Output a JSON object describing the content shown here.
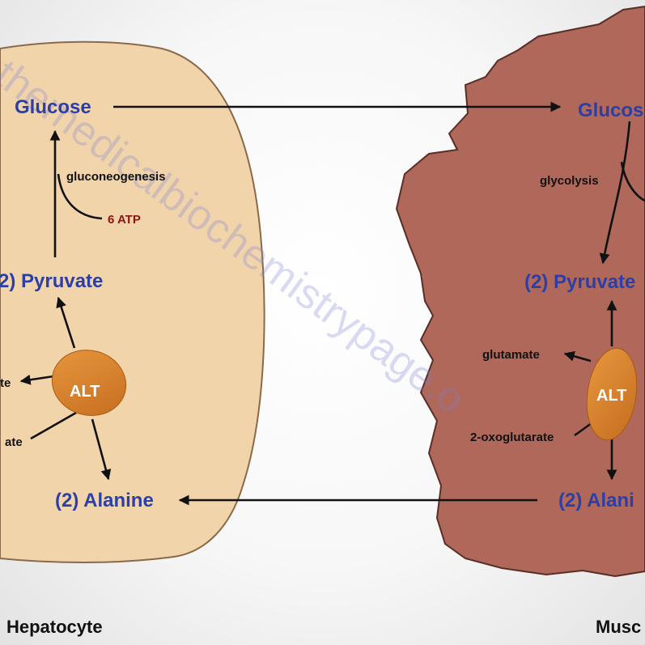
{
  "hepatocyte": {
    "cell_label": "Hepatocyte",
    "glucose": "Glucose",
    "gluconeogenesis": "gluconeogenesis",
    "atp": "6 ATP",
    "pyruvate": "(2) Pyruvate",
    "enzyme": "ALT",
    "glutamate_partial": "te",
    "oxoglutarate_partial": "ate",
    "alanine": "(2) Alanine"
  },
  "muscle": {
    "cell_label": "Musc",
    "glucose": "Glucos",
    "glycolysis": "glycolysis",
    "pyruvate": "(2) Pyruvate",
    "enzyme": "ALT",
    "glutamate": "glutamate",
    "oxoglutarate": "2-oxoglutarate",
    "alanine": "(2) Alani"
  },
  "watermark": "themedicalbiochemistrypage.o",
  "colors": {
    "hepatocyte_fill": "#f2d4ab",
    "muscle_fill": "#b0685a",
    "enzyme_fill": "#d9832c",
    "metabolite_text": "#2b3fa6",
    "atp_text": "#8b1414"
  }
}
